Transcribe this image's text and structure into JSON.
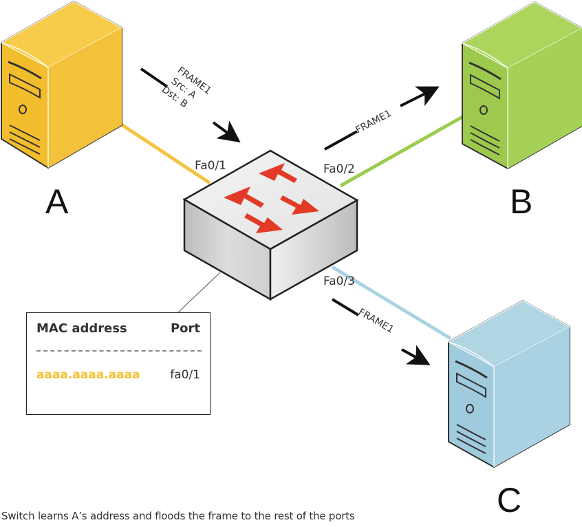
{
  "diagram": {
    "hosts": [
      {
        "id": "A",
        "label": "A",
        "color": "#f5c342"
      },
      {
        "id": "B",
        "label": "B",
        "color": "#a6cf52"
      },
      {
        "id": "C",
        "label": "C",
        "color": "#a9d3e3"
      }
    ],
    "switch": {
      "ports": [
        "Fa0/1",
        "Fa0/2",
        "Fa0/3"
      ],
      "arrow_color": "#e23a26"
    },
    "links": [
      {
        "from": "A",
        "port": "Fa0/1",
        "color": "#f5c342"
      },
      {
        "from": "B",
        "port": "Fa0/2",
        "color": "#9ccc4e"
      },
      {
        "from": "C",
        "port": "Fa0/3",
        "color": "#a9d3e3"
      }
    ],
    "frames": {
      "incoming": [
        "FRAME1",
        "Src: A",
        "Dst: B"
      ],
      "to_b": "FRAME1",
      "to_c": "FRAME1"
    },
    "mac_table": {
      "headers": [
        "MAC address",
        "Port"
      ],
      "rows": [
        {
          "mac": "aaaa.aaaa.aaaa",
          "port": "fa0/1"
        }
      ],
      "mac_color": "#f4c133"
    },
    "caption": "Switch learns A’s address and floods the frame to the rest of the ports"
  }
}
